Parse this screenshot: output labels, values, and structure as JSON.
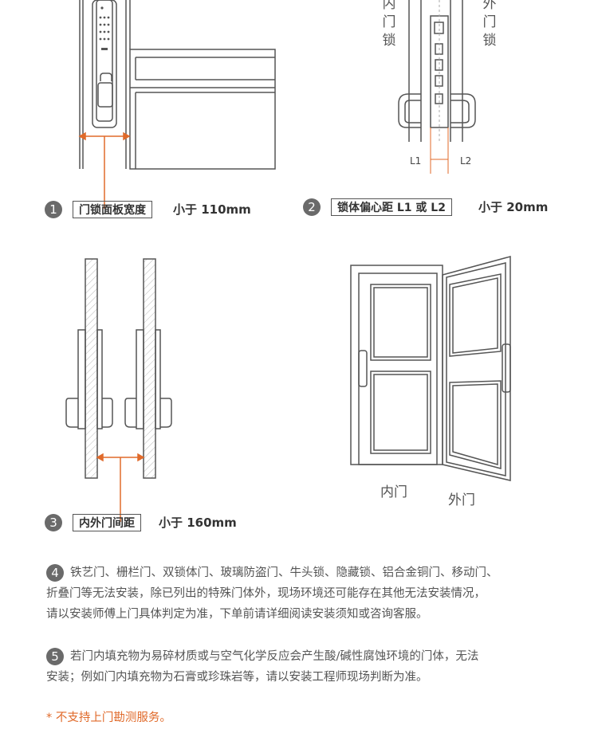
{
  "colors": {
    "accent": "#e06a2a",
    "line": "#555555",
    "badge": "#6a6a6a"
  },
  "steps": [
    {
      "num": "1",
      "box": "门锁面板宽度",
      "after": "小于 110mm"
    },
    {
      "num": "2",
      "box": "锁体偏心距  L1 或 L2",
      "after": "小于 20mm"
    },
    {
      "num": "3",
      "box": "内外门间距",
      "after": "小于 160mm"
    }
  ],
  "fig2": {
    "inner_lock": [
      "内",
      "门",
      "锁"
    ],
    "outer_lock": [
      "外",
      "门",
      "锁"
    ],
    "l1": "L1",
    "l2": "L2"
  },
  "fig4": {
    "inner_door": "内门",
    "outer_door": "外门"
  },
  "notes": [
    {
      "num": "4",
      "lines": [
        "铁艺门、栅栏门、双锁体门、玻璃防盗门、牛头锁、隐藏锁、铝合金铜门、移动门、",
        "折叠门等无法安装，除已列出的特殊门体外，现场环境还可能存在其他无法安装情况，",
        "请以安装师傅上门具体判定为准，下单前请详细阅读安装须知或咨询客服。"
      ]
    },
    {
      "num": "5",
      "lines": [
        "若门内填充物为易碎材质或与空气化学反应会产生酸/碱性腐蚀环境的门体，无法",
        "安装；例如门内填充物为石膏或珍珠岩等，请以安装工程师现场判断为准。"
      ]
    }
  ],
  "footnote": "* 不支持上门勘测服务。"
}
